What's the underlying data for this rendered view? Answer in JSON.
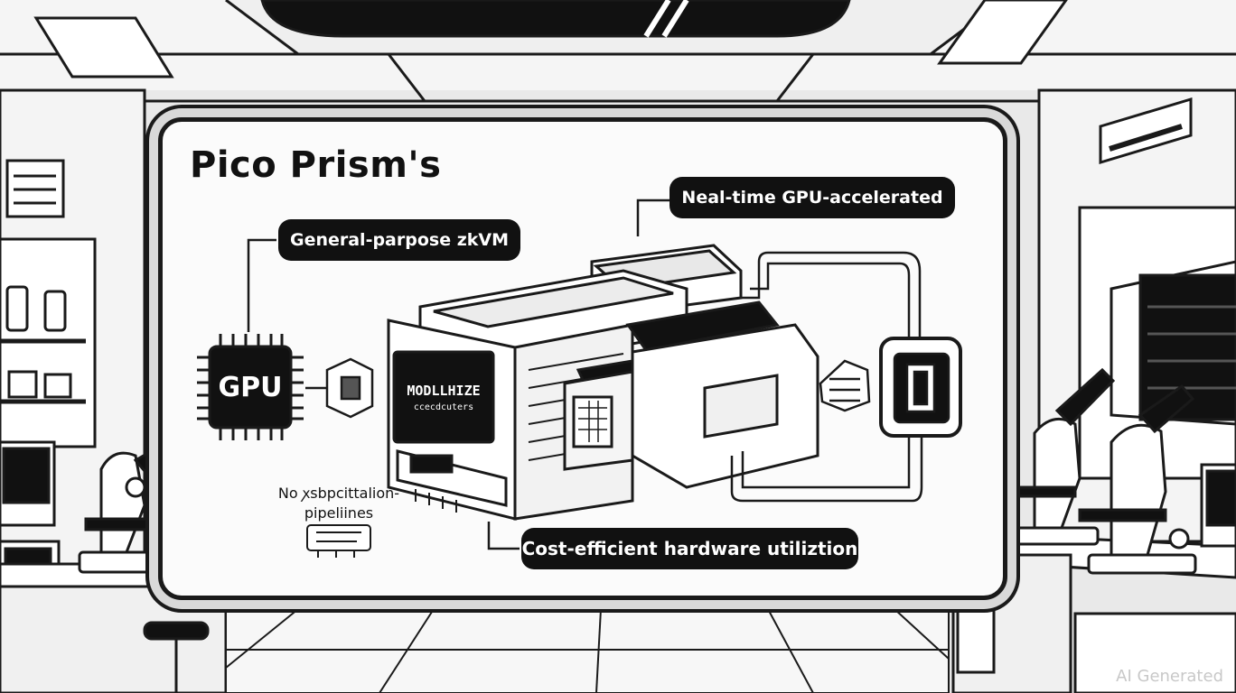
{
  "diagram": {
    "title": "Pico Prism's",
    "callouts": {
      "general_purpose": "General-parpose zkVM",
      "real_time": "Neal-time GPU-accelerated",
      "cost": "Cost-efficient hardware utiliztion"
    },
    "gpu_chip_label": "GPU",
    "module_label_main": "MODLLHIZE",
    "module_label_sub": "ccecdcuters",
    "note_line1": "No ꭗsbpcittalion-",
    "note_line2": "pipeliines"
  },
  "watermark": "AI Generated",
  "colors": {
    "ink": "#111111",
    "panel": "#fbfbfb",
    "wall": "#e9e9e9",
    "pill_bg": "#111111",
    "pill_text": "#ffffff"
  }
}
